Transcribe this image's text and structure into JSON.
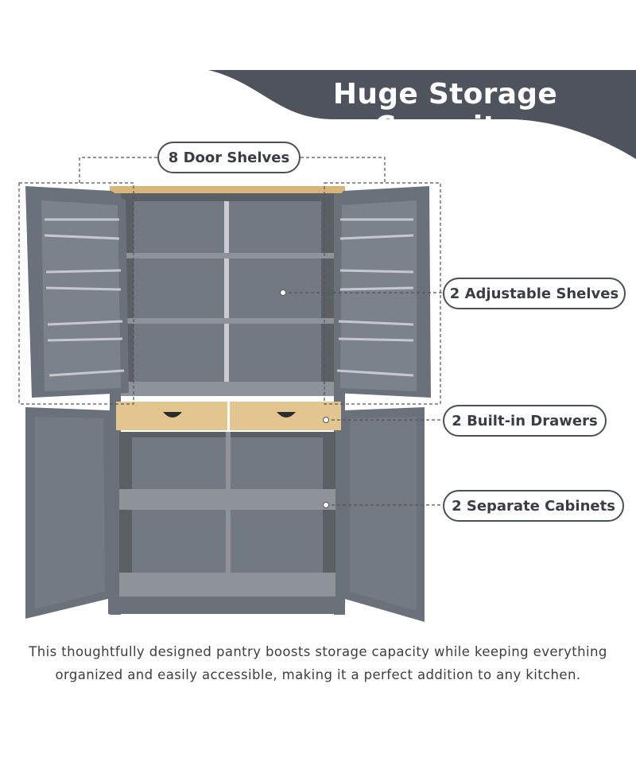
{
  "banner": {
    "title": "Huge Storage Capacity",
    "color": "#4f535d"
  },
  "callouts": {
    "door_shelves": "8 Door Shelves",
    "adjustable_shelves": "2 Adjustable Shelves",
    "drawers": "2 Built-in Drawers",
    "cabinets": "2 Separate Cabinets"
  },
  "caption": {
    "line1": "This thoughtfully designed pantry boosts storage capacity while keeping everything",
    "line2": "organized and easily accessible, making it a perfect addition to any kitchen."
  },
  "colors": {
    "cabinet_gray": "#6b717b",
    "interior_gray": "#555a63",
    "wood_top": "#d8b67a",
    "drawer_front": "#e2c58f",
    "pill_border": "#4b4f57"
  }
}
